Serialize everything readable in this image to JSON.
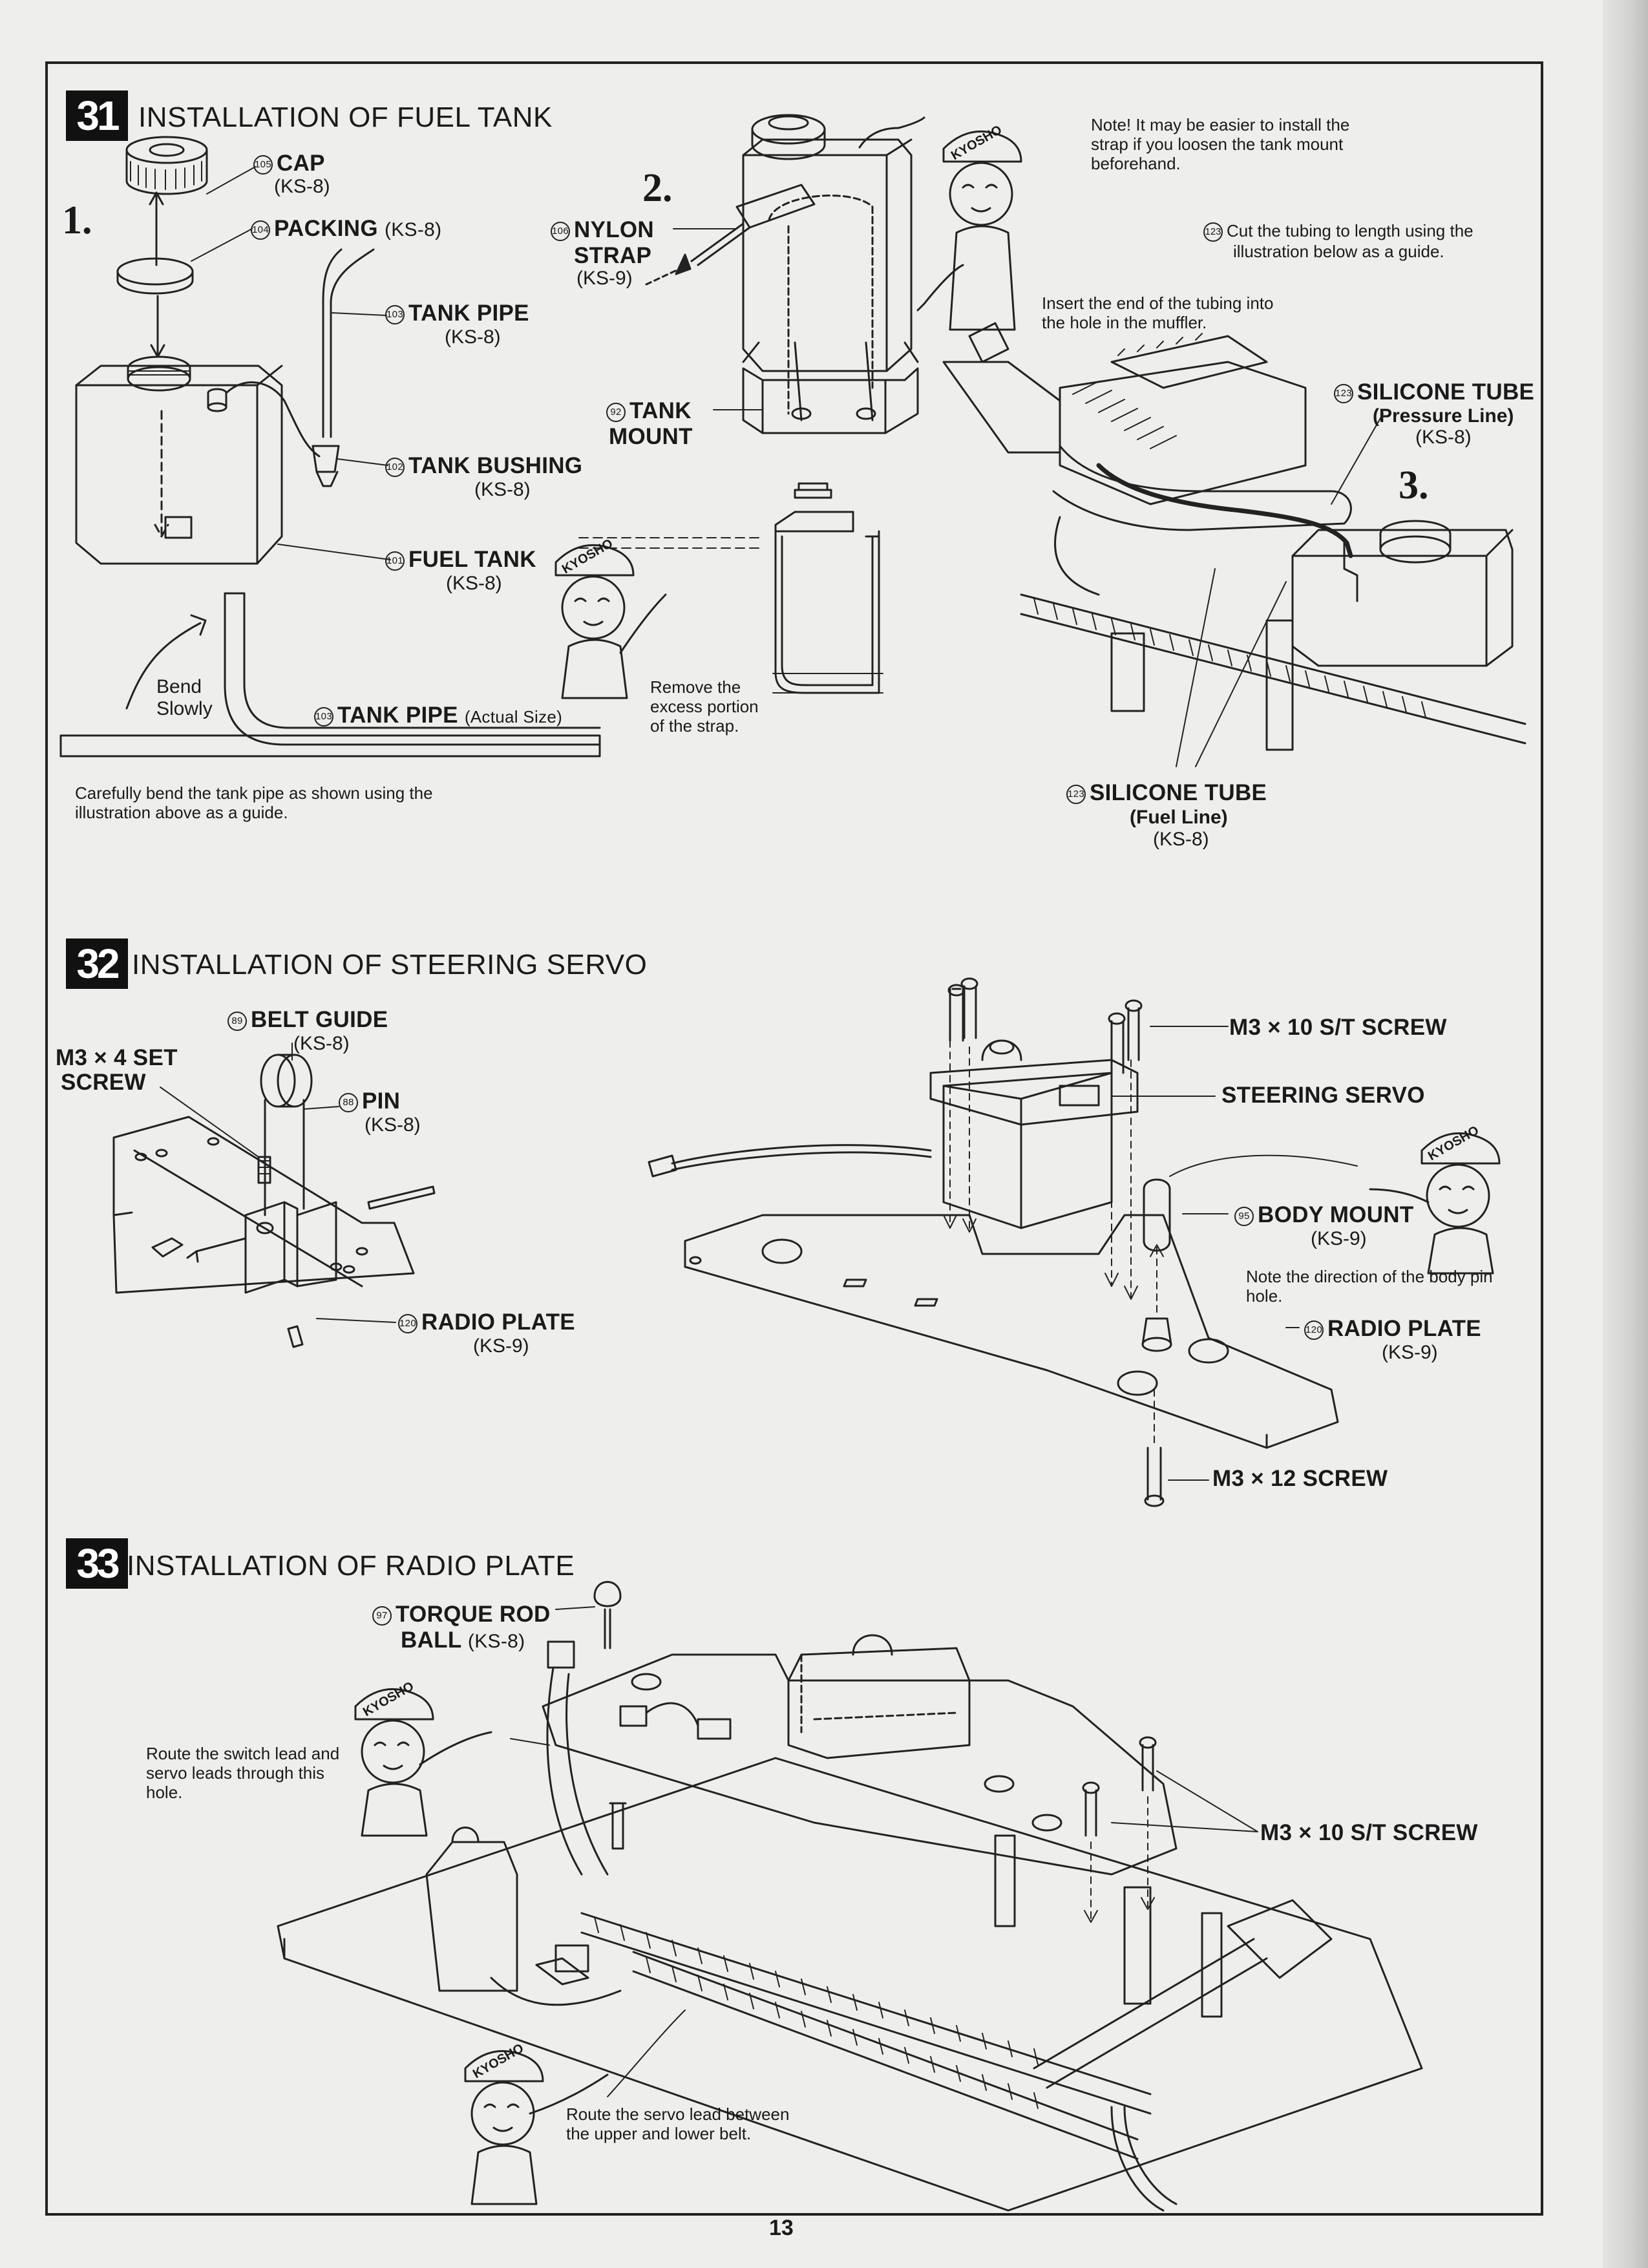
{
  "page_number": "13",
  "sections": [
    {
      "number": "31",
      "title": "INSTALLATION OF FUEL TANK",
      "steps": [
        "1.",
        "2.",
        "3."
      ],
      "parts": [
        {
          "id": "105",
          "name": "CAP",
          "code": "(KS-8)"
        },
        {
          "id": "104",
          "name": "PACKING",
          "code": "(KS-8)"
        },
        {
          "id": "103",
          "name": "TANK PIPE",
          "code": "(KS-8)"
        },
        {
          "id": "102",
          "name": "TANK BUSHING",
          "code": "(KS-8)"
        },
        {
          "id": "101",
          "name": "FUEL TANK",
          "code": "(KS-8)"
        },
        {
          "id": "103",
          "name": "TANK PIPE",
          "code": "(Actual Size)"
        },
        {
          "id": "106",
          "name_line1": "NYLON",
          "name_line2": "STRAP",
          "code": "(KS-9)"
        },
        {
          "id": "92",
          "name_line1": "TANK",
          "name_line2": "MOUNT"
        },
        {
          "id": "123",
          "name": "SILICONE TUBE",
          "detail": "(Pressure Line)",
          "code": "(KS-8)"
        },
        {
          "id": "123",
          "name": "SILICONE TUBE",
          "detail": "(Fuel Line)",
          "code": "(KS-8)"
        }
      ],
      "bend_label_line1": "Bend",
      "bend_label_line2": "Slowly",
      "notes": {
        "bend": [
          "Carefully bend the tank pipe as shown using the",
          "illustration above as a guide."
        ],
        "strap": [
          "Remove the",
          "excess portion",
          "of the strap."
        ],
        "loosen": [
          "Note! It may be easier to install the",
          "strap if you loosen the tank mount",
          "beforehand."
        ],
        "cut_marker": "123",
        "cut": [
          "Cut the tubing to length using the",
          "illustration below as a guide."
        ],
        "muffler": [
          "Insert the end of the tubing into",
          "the hole in the muffler."
        ]
      }
    },
    {
      "number": "32",
      "title": "INSTALLATION OF STEERING SERVO",
      "parts": [
        {
          "id": "89",
          "name": "BELT GUIDE",
          "code": "(KS-8)"
        },
        {
          "name_line1": "M3 × 4 SET",
          "name_line2": "SCREW"
        },
        {
          "id": "88",
          "name": "PIN",
          "code": "(KS-8)"
        },
        {
          "id": "120",
          "name": "RADIO PLATE",
          "code": "(KS-9)"
        },
        {
          "name": "M3 × 10 S/T SCREW"
        },
        {
          "name": "STEERING SERVO"
        },
        {
          "id": "95",
          "name": "BODY MOUNT",
          "code": "(KS-9)"
        },
        {
          "id": "120",
          "name": "RADIO PLATE",
          "code": "(KS-9)"
        },
        {
          "name": "M3 × 12 SCREW"
        }
      ],
      "notes": {
        "body_pin": [
          "Note the direction of the body pin",
          "hole."
        ]
      }
    },
    {
      "number": "33",
      "title": "INSTALLATION OF RADIO PLATE",
      "parts": [
        {
          "id": "97",
          "name_line1": "TORQUE ROD",
          "name_line2": "BALL",
          "code": "(KS-8)"
        },
        {
          "name": "M3 × 10 S/T SCREW"
        }
      ],
      "notes": {
        "switch": [
          "Route the switch lead and",
          "servo leads through this",
          "hole."
        ],
        "belt": [
          "Route the servo lead between",
          "the upper and lower belt."
        ]
      }
    }
  ],
  "mascot_cap_text": "KYOSHO",
  "colors": {
    "ink": "#1a1a1a",
    "paper": "#eeeeec",
    "badge": "#111111"
  }
}
